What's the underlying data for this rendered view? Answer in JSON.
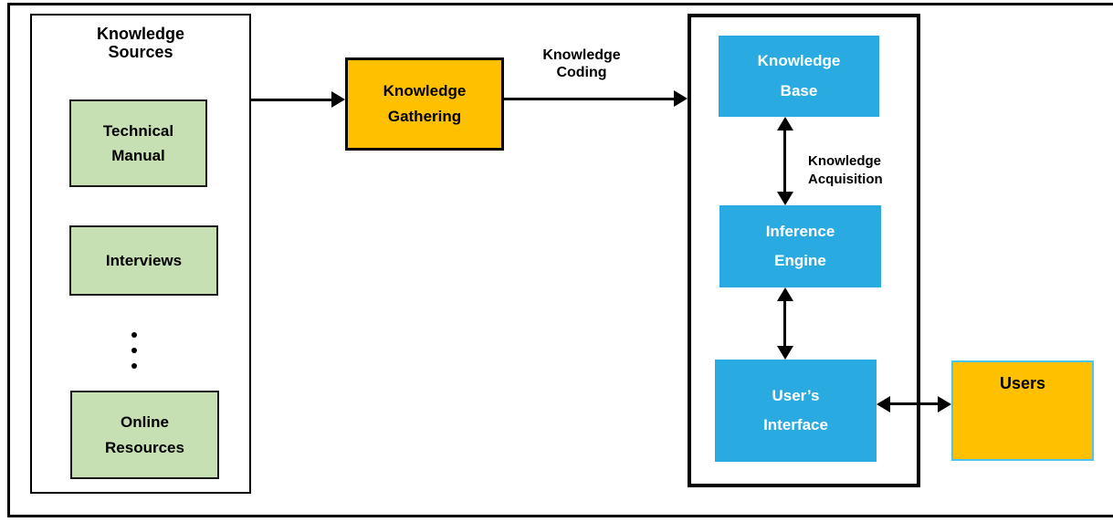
{
  "left_panel": {
    "title": "Knowledge\nSources",
    "sources": [
      {
        "label": "Technical\nManual"
      },
      {
        "label": "Interviews"
      },
      {
        "label": "Online\nResources"
      }
    ]
  },
  "process": {
    "gathering_label": "Knowledge\nGathering",
    "coding_label": "Knowledge\nCoding"
  },
  "expert_system": {
    "knowledge_base_label": "Knowledge\nBase",
    "acquisition_label": "Knowledge\nAcquisition",
    "inference_engine_label": "Inference\nEngine",
    "user_interface_label": "User’s\nInterface"
  },
  "users_label": "Users",
  "palette": {
    "source_fill": "#C6E0B4",
    "process_fill": "#FFC000",
    "system_fill": "#29ABE2",
    "users_fill": "#FFC000",
    "users_border": "#4FC3E8",
    "line_color": "#000000"
  }
}
